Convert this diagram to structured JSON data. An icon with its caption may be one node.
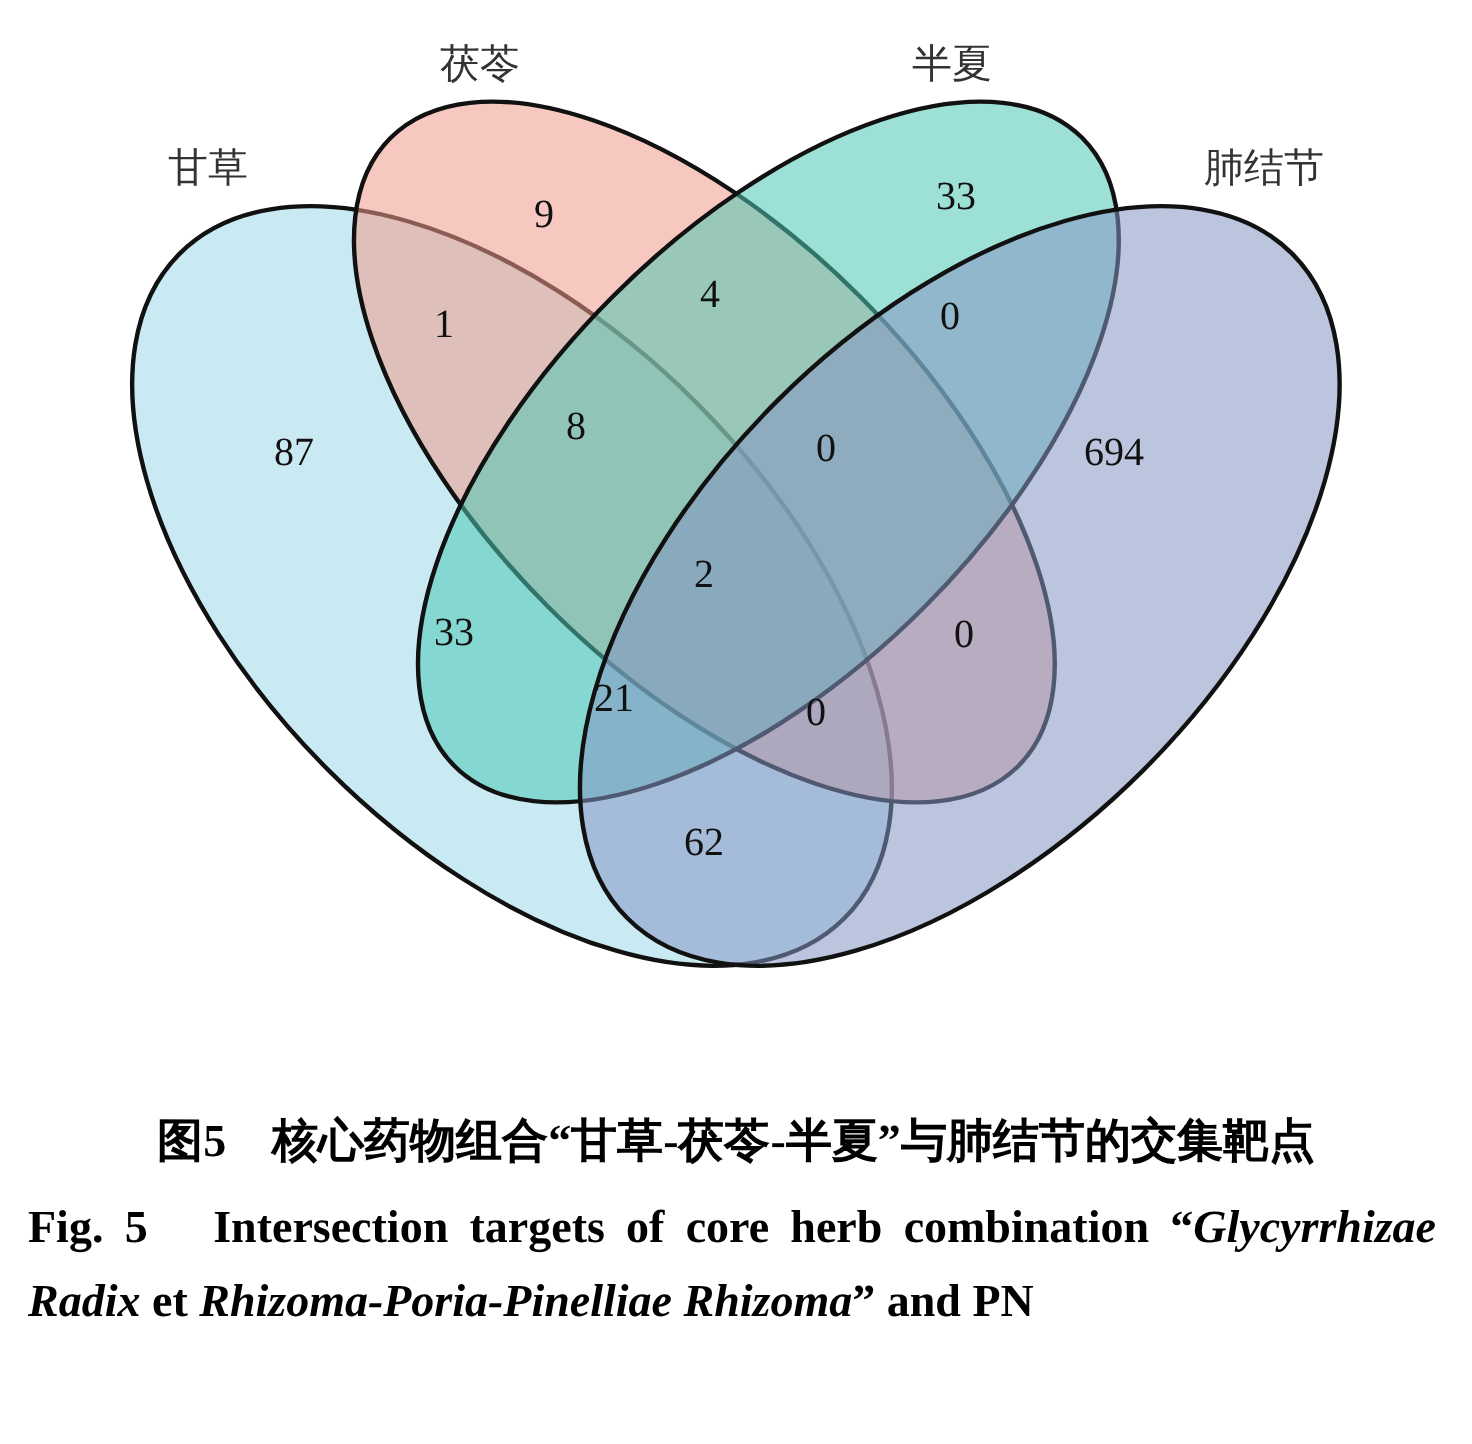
{
  "diagram": {
    "caption": "图5　核心药物组合“甘草-茯苓-半夏”与肺结节的交集靶点",
    "nodes": [
      {
        "text": [
          "甘草"
        ]
      },
      {
        "text": [
          "茯苓"
        ]
      },
      {
        "text": [
          "半夏"
        ]
      },
      {
        "text": [
          "肺结节"
        ]
      }
    ],
    "labels": [
      "9",
      "33",
      "1",
      "4",
      "0",
      "87",
      "8",
      "0",
      "694",
      "2",
      "33",
      "0",
      "21",
      "0",
      "62",
      "Fig. 5　Intersection targets of core herb combination “*Glycyrrhizae Radix* et *Rhizoma-Poria-Pinelliae Rhizoma*” and PN"
    ]
  }
}
